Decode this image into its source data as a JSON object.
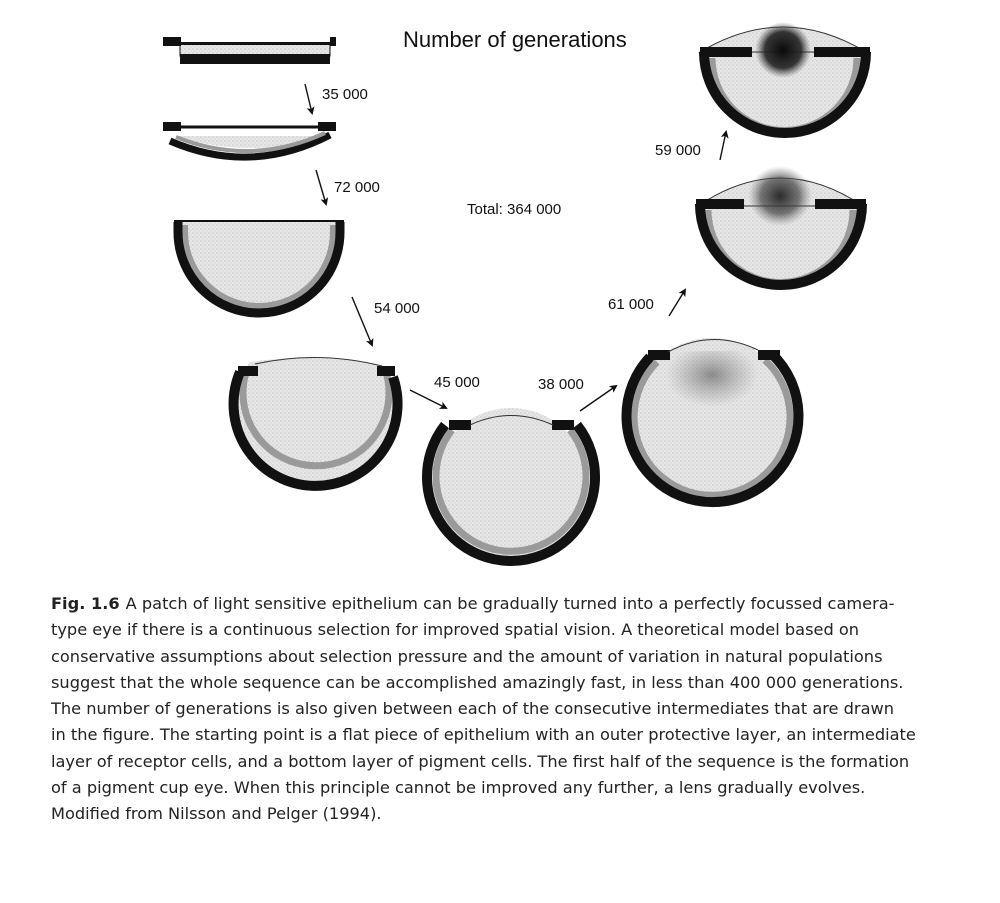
{
  "figure": {
    "title": "Number of generations",
    "total": "Total: 364 000",
    "stages": [
      "35 000",
      "72 000",
      "54 000",
      "45 000",
      "38 000",
      "61 000",
      "59 000"
    ]
  },
  "caption": {
    "label": "Fig. 1.6",
    "lines": [
      "A patch of light sensitive epithelium can be gradually turned into a perfectly focussed camera-",
      "type eye if there is a continuous selection for improved spatial vision. A theoretical model based on",
      "conservative assumptions about selection pressure and the amount of variation in natural populations",
      "suggest that the whole sequence can be accomplished amazingly fast, in less than 400 000 generations.",
      "The number of generations is also given between each of the consecutive intermediates that are drawn",
      "in the figure. The starting point is a flat piece of epithelium with an outer protective layer, an intermediate",
      "layer of receptor cells, and a bottom layer of pigment cells. The first half of the sequence is the formation",
      "of a pigment cup eye. When this principle cannot be improved any further, a lens gradually evolves.",
      "Modified from Nilsson and Pelger (1994)."
    ]
  },
  "colors": {
    "pigment": "#111111",
    "receptor": "#9a9a9a",
    "interior": "#e4e4e4",
    "lens": "#3a3a3a"
  }
}
